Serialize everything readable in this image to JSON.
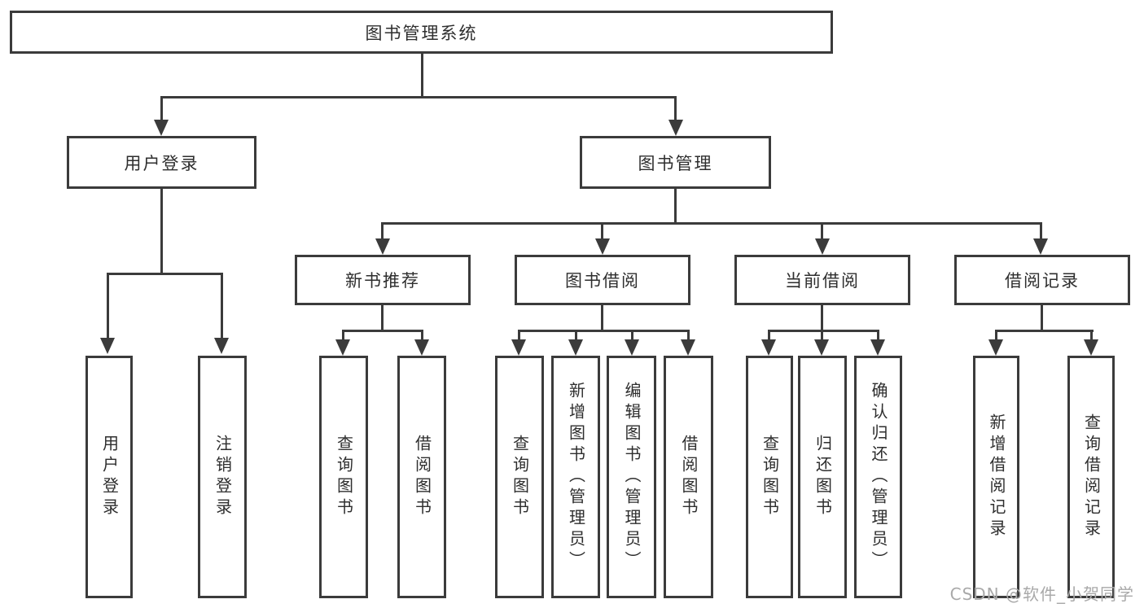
{
  "diagram": {
    "root": {
      "label": "图书管理系统"
    },
    "branches": [
      {
        "label": "用户登录",
        "children": [
          {
            "label": "用户登录"
          },
          {
            "label": "注销登录"
          }
        ]
      },
      {
        "label": "图书管理",
        "children": [
          {
            "label": "新书推荐",
            "children": [
              {
                "label": "查询图书"
              },
              {
                "label": "借阅图书"
              }
            ]
          },
          {
            "label": "图书借阅",
            "children": [
              {
                "label": "查询图书"
              },
              {
                "label": "新增图书（管理员）"
              },
              {
                "label": "编辑图书（管理员）"
              },
              {
                "label": "借阅图书"
              }
            ]
          },
          {
            "label": "当前借阅",
            "children": [
              {
                "label": "查询图书"
              },
              {
                "label": "归还图书"
              },
              {
                "label": "确认归还（管理员）"
              }
            ]
          },
          {
            "label": "借阅记录",
            "children": [
              {
                "label": "新增借阅记录"
              },
              {
                "label": "查询借阅记录"
              }
            ]
          }
        ]
      }
    ]
  },
  "watermark": {
    "text": "CSDN @软件_小贺同学"
  },
  "colors": {
    "line": "#3b3b3b",
    "border": "#3b3b3b",
    "text": "#2e2e2e",
    "background": "#ffffff",
    "watermark": "#a9a9a9"
  }
}
